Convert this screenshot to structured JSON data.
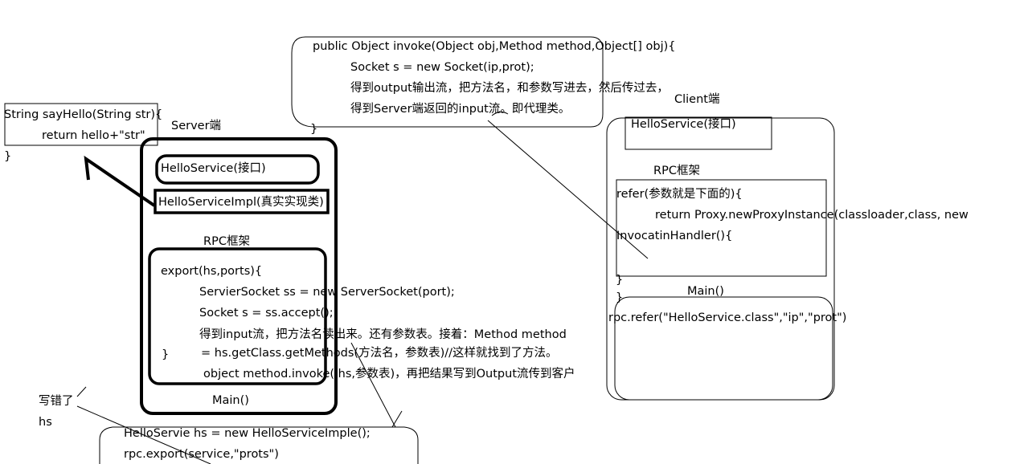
{
  "invoke_note": {
    "line1": "public Object invoke(Object obj,Method method,Object[] obj){",
    "line2": "Socket s = new Socket(ip,prot);",
    "line3": "得到output输出流，把方法名，和参数写进去，然后传过去，",
    "line4": "得到Server端返回的input流。即代理类。",
    "brace": "}"
  },
  "say_hello": {
    "line1": "String sayHello(String str){",
    "line2": "return hello+\"str\"",
    "brace": "}"
  },
  "server": {
    "title": "Server端",
    "interface": "HelloService(接口)",
    "impl": "HelloServiceImpl(真实实现类)",
    "rpc_title": "RPC框架",
    "export_lines": [
      "export(hs,ports){",
      "ServierSocket ss = new ServerSocket(port);",
      "Socket s = ss.accept();",
      "得到input流，把方法名读出来。还有参数表。接着：Method method",
      "= hs.getClass.getMethods(方法名，参数表)//这样就找到了方法。",
      "object method.invoke(   hs,参数表)，再把结果写到Output流传到客户"
    ],
    "export_brace": "}",
    "main_title": "Main()",
    "main_lines": [
      "HelloServie hs = new HelloServiceImple();",
      "rpc.export(service,\"prots\")"
    ]
  },
  "client": {
    "title": "Client端",
    "interface": "HelloService(接口)",
    "rpc_title": "RPC框架",
    "refer_lines": [
      "refer(参数就是下面的){",
      "return Proxy.newProxyInstance(classloader,class, new",
      "InvocatinHandler(){"
    ],
    "refer_brace1": "}",
    "refer_brace2": "}",
    "main_title": "Main()",
    "main_line": "rpc.refer(\"HelloService.class\",\"ip\",\"prot\")"
  },
  "annotation": {
    "line1": "写错了",
    "line2": "hs"
  },
  "colors": {
    "ink": "#000000",
    "background": "#ffffff"
  }
}
